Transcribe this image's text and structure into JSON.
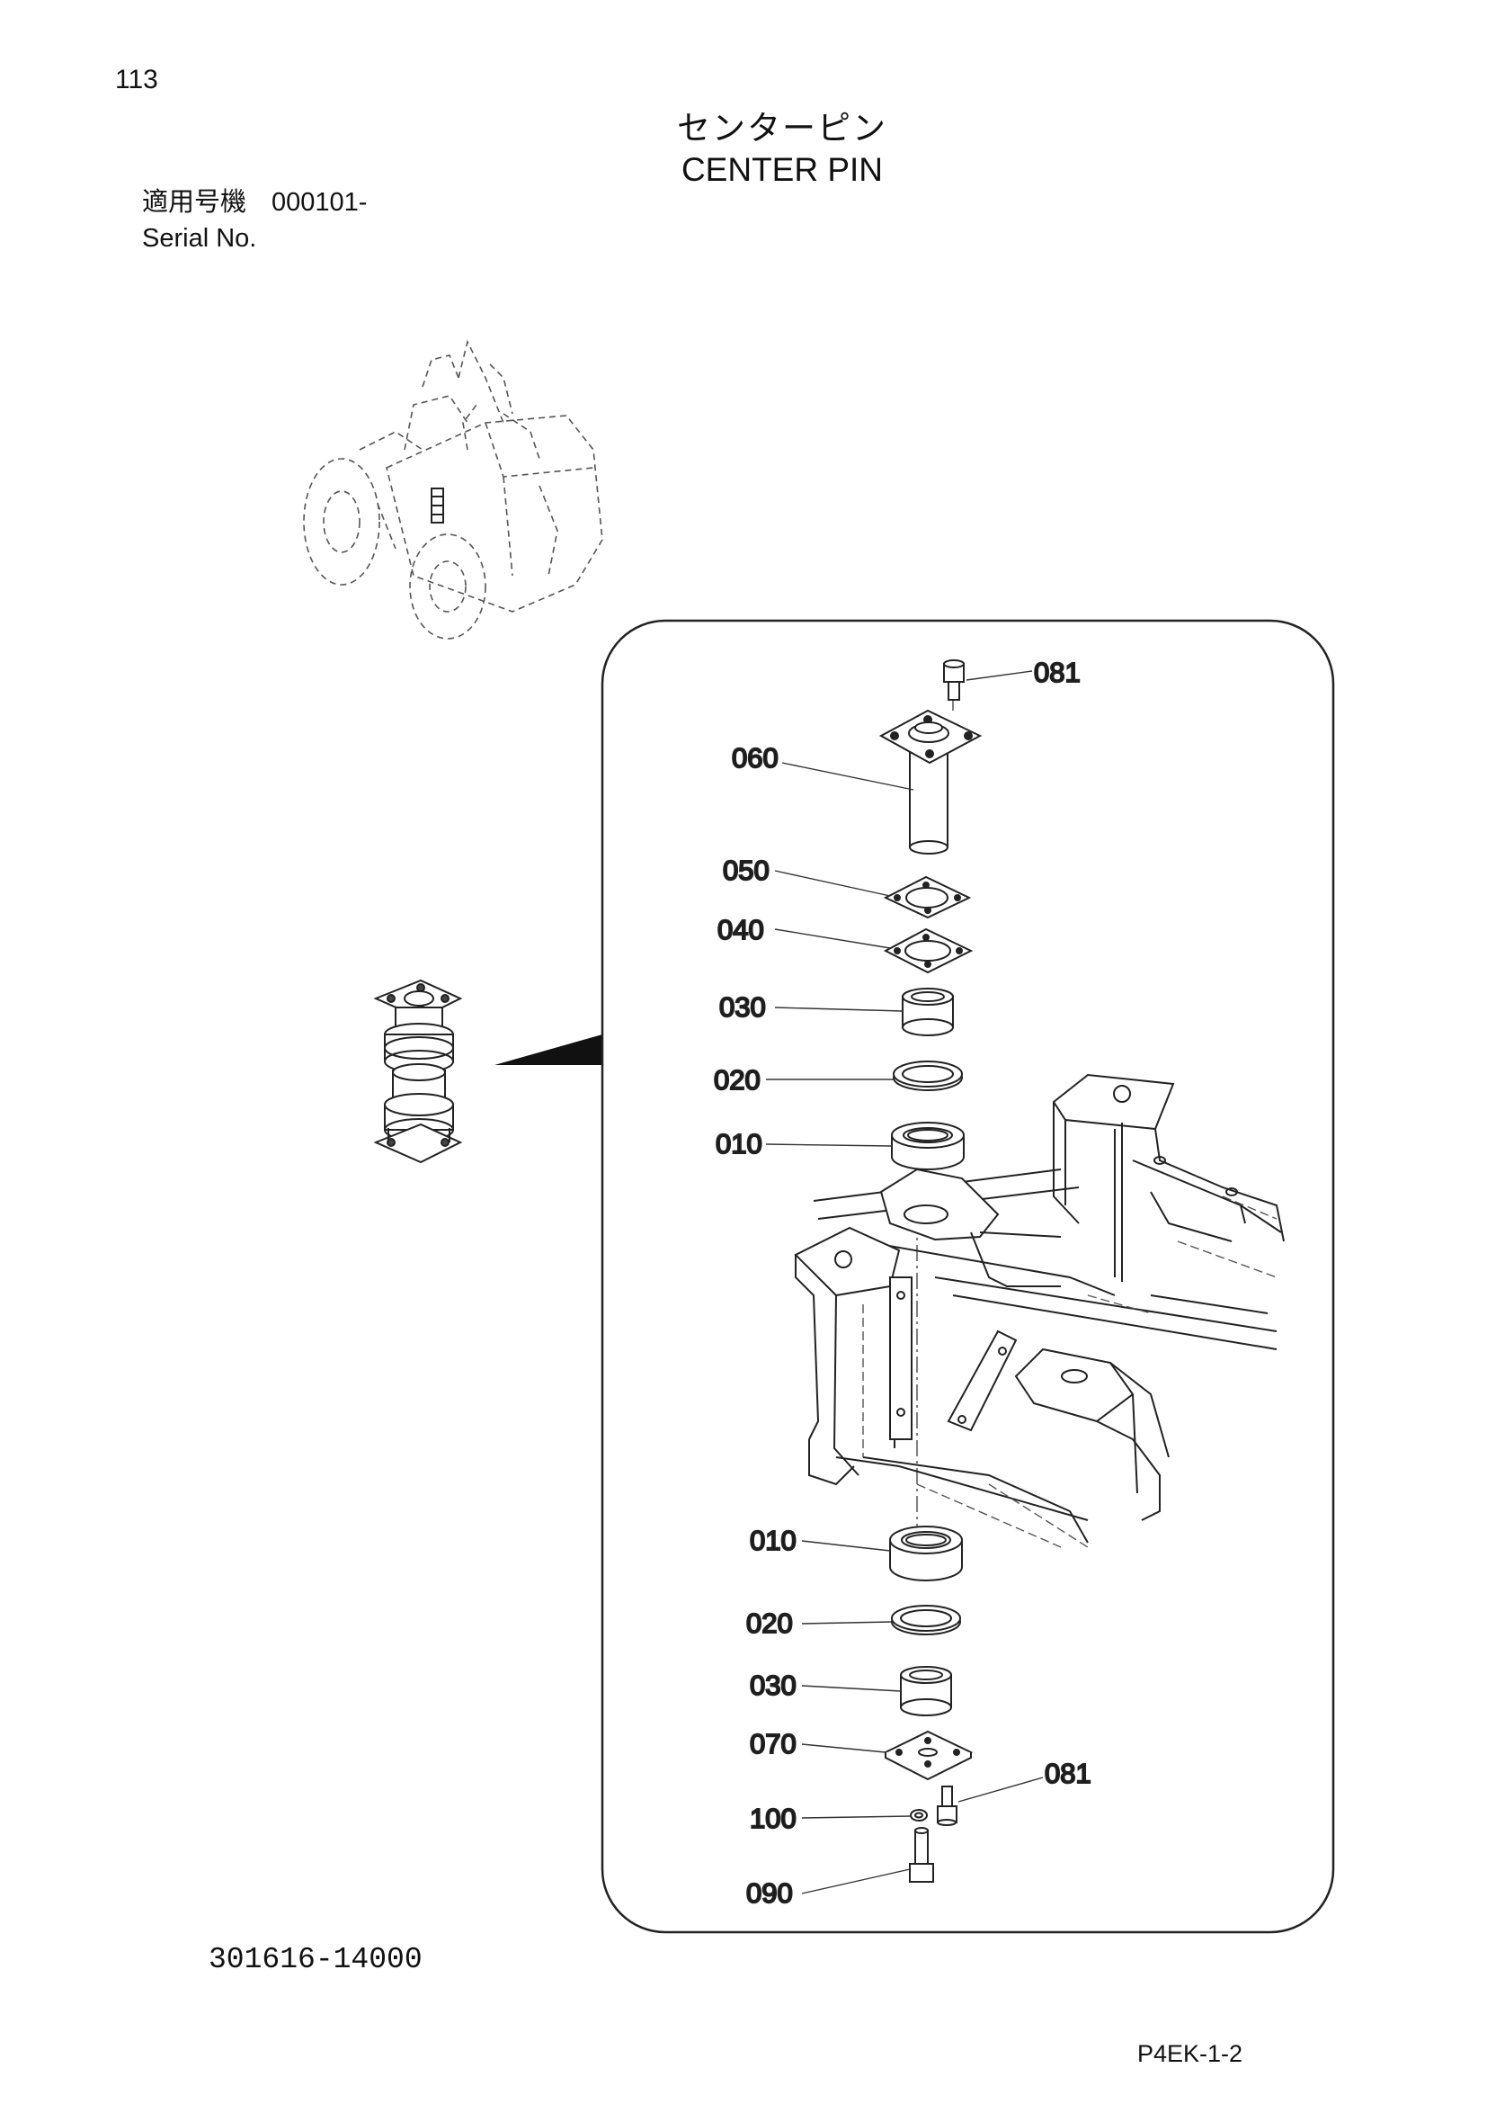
{
  "page": {
    "number": "113",
    "title_jp": "センターピン",
    "title_en": "CENTER PIN",
    "serial_label_jp": "適用号機",
    "serial_value": "000101-",
    "serial_label_en": "Serial No.",
    "part_number": "301616-14000",
    "page_code": "P4EK-1-2"
  },
  "callouts": [
    {
      "label": "081"
    },
    {
      "label": "060"
    },
    {
      "label": "050"
    },
    {
      "label": "040"
    },
    {
      "label": "030"
    },
    {
      "label": "020"
    },
    {
      "label": "010"
    },
    {
      "label": "010"
    },
    {
      "label": "020"
    },
    {
      "label": "030"
    },
    {
      "label": "070"
    },
    {
      "label": "081"
    },
    {
      "label": "100"
    },
    {
      "label": "090"
    }
  ]
}
